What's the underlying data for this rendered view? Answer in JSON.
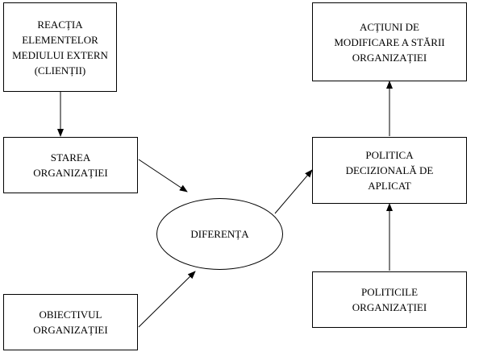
{
  "nodes": {
    "reactia": {
      "lines": [
        "REACȚIA",
        "ELEMENTELOR",
        "MEDIULUI EXTERN",
        "(CLIENȚII)"
      ]
    },
    "starea": {
      "lines": [
        "STAREA",
        "ORGANIZAȚIEI"
      ]
    },
    "obiectivul": {
      "lines": [
        "OBIECTIVUL",
        "ORGANIZAȚIEI"
      ]
    },
    "diferenta": {
      "lines": [
        "DIFERENȚA"
      ]
    },
    "actiuni": {
      "lines": [
        "ACȚIUNI DE",
        "MODIFICARE A STĂRII",
        "ORGANIZAȚIEI"
      ]
    },
    "politica": {
      "lines": [
        "POLITICA",
        "DECIZIONALĂ DE",
        "APLICAT"
      ]
    },
    "politicile": {
      "lines": [
        "POLITICILE",
        "ORGANIZAȚIEI"
      ]
    }
  },
  "edges": [
    {
      "from": "reactia",
      "to": "starea"
    },
    {
      "from": "starea",
      "to": "diferenta"
    },
    {
      "from": "obiectivul",
      "to": "diferenta"
    },
    {
      "from": "diferenta",
      "to": "politica"
    },
    {
      "from": "politicile",
      "to": "politica"
    },
    {
      "from": "politica",
      "to": "actiuni"
    }
  ]
}
